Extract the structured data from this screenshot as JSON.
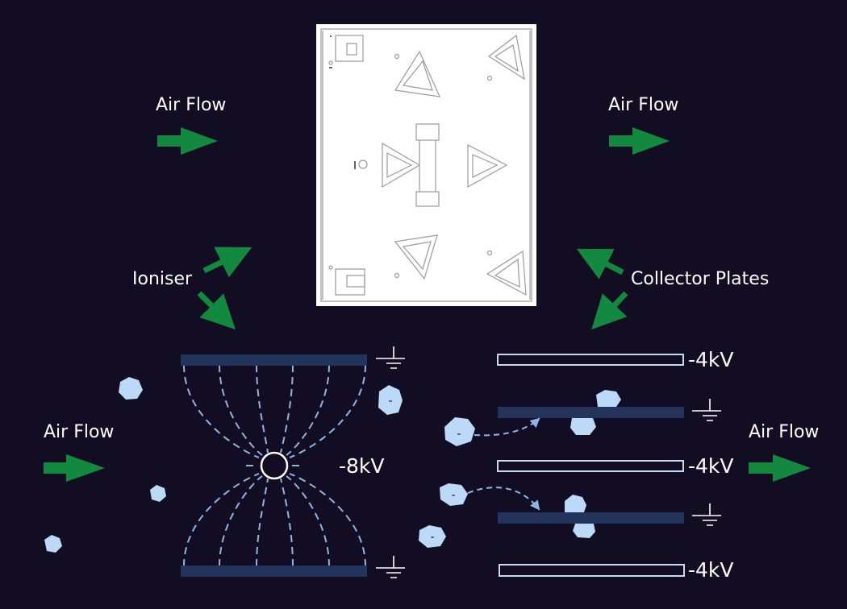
{
  "labels": {
    "air_flow_top_left": "Air Flow",
    "air_flow_top_right": "Air Flow",
    "air_flow_left": "Air Flow",
    "air_flow_right": "Air Flow",
    "ioniser": "Ioniser",
    "collector_plates": "Collector Plates",
    "ioniser_voltage": "-8kV",
    "plate_voltage_1": "-4kV",
    "plate_voltage_2": "-4kV",
    "plate_voltage_3": "-4kV",
    "charge_sign": "-"
  },
  "colors": {
    "background": "#130d24",
    "arrow_green": "#12893f",
    "grounded_plate": "#22335c",
    "charged_plate_outline": "#c4dcf6",
    "particle": "#bcdaf7",
    "field_line": "#8fb5e4",
    "text": "#ffffff",
    "photo_bg": "#ffffff",
    "photo_line": "#9a9a9a"
  }
}
